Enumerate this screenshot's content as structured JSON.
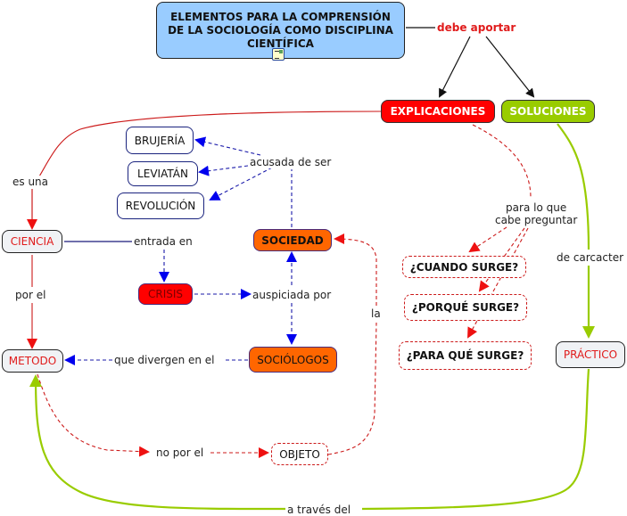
{
  "title": "ELEMENTOS PARA LA COMPRENSIÓN DE LA SOCIOLOGÍA COMO DISCIPLINA CIENTÍFICA",
  "title_lines": [
    "ELEMENTOS PARA LA COMPRENSIÓN",
    "DE LA SOCIOLOGÍA COMO DISCIPLINA",
    "CIENTÍFICA"
  ],
  "root_resource_icon": "document-resource-icon",
  "colors": {
    "root_fill": "#99ccff",
    "red": "#ff0000",
    "green": "#99cc00",
    "orange": "#ff6600",
    "blue_link": "#0000cc",
    "red_link": "#cc1a1a"
  },
  "concepts": {
    "explicaciones": "EXPLICACIONES",
    "soluciones": "SOLUCIONES",
    "brujeria": "BRUJERÍA",
    "leviatan": "LEVIATÁN",
    "revolucion": "REVOLUCIÓN",
    "ciencia": "CIENCIA",
    "sociedad": "SOCIEDAD",
    "crisis": "CRISIS",
    "metodo": "METODO",
    "sociologos": "SOCIÓLOGOS",
    "objeto": "OBJETO",
    "cuando": "¿CUANDO SURGE?",
    "porque": "¿PORQUÉ SURGE?",
    "paraque": "¿PARA QUÉ SURGE?",
    "practico": "PRÁCTICO"
  },
  "linking_phrases": {
    "debe_aportar": "debe aportar",
    "es_una": "es una",
    "acusada_de_ser": "acusada de ser",
    "entrada_en": "entrada en",
    "por_el": "por el",
    "auspiciada_por": "auspiciada por",
    "que_divergen": "que divergen en el",
    "la": "la",
    "no_por_el": "no por el",
    "para_lo_que_1": "para lo que",
    "para_lo_que_2": "cabe preguntar",
    "de_carcacter": "de carcacter",
    "a_traves_del": "a través del"
  }
}
